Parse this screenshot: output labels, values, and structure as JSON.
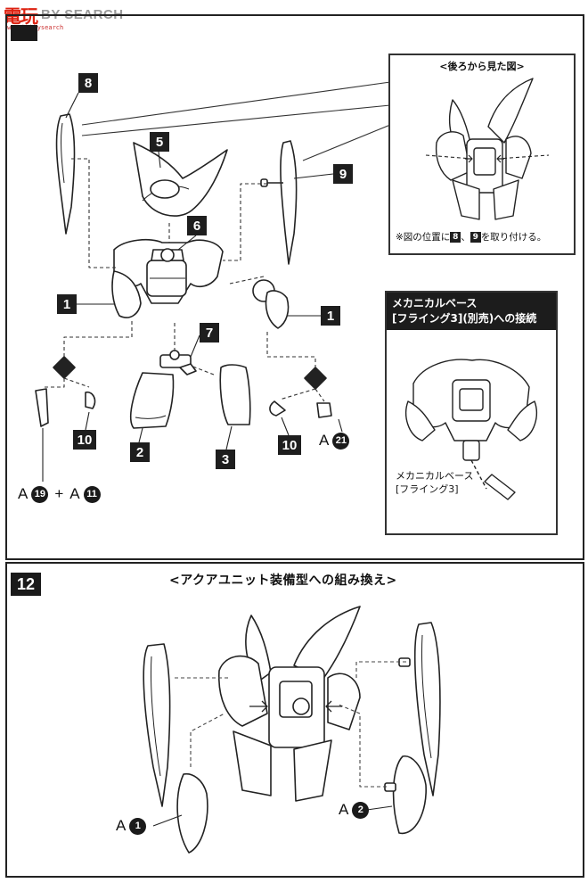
{
  "watermark": {
    "logo_text": "電玩",
    "brand_text": "BY SEARCH",
    "url_text": "www.hobbysearch"
  },
  "step11": {
    "inset_back_view": {
      "title": "<後ろから見た図>",
      "note_prefix": "※図の位置に",
      "note_part_a": "8",
      "note_sep": "、",
      "note_part_b": "9",
      "note_suffix": "を取り付ける。"
    },
    "inset_mechanical": {
      "heading_line1": "メカニカルベース",
      "heading_line2": "[フライング3](別売)への接続",
      "caption_line1": "メカニカルベース",
      "caption_line2": "[フライング3]"
    },
    "parts": {
      "p8": "8",
      "p5": "5",
      "p9": "9",
      "p6": "6",
      "p1_left": "1",
      "p1_right": "1",
      "p7": "7",
      "p10_left": "10",
      "p10_right": "10",
      "p2": "2",
      "p3": "3"
    },
    "runners": {
      "left_letter_a": "A",
      "left_num_a": "19",
      "plus": "+",
      "left_letter_b": "A",
      "left_num_b": "11",
      "right_letter": "A",
      "right_num": "21"
    }
  },
  "step12": {
    "step_number": "12",
    "title": "<アクアユニット装備型への組み換え>",
    "runner_left_letter": "A",
    "runner_left_num": "1",
    "runner_right_letter": "A",
    "runner_right_num": "2"
  },
  "colors": {
    "ink": "#1a1a1a",
    "accent_watermark": "#d21"
  }
}
